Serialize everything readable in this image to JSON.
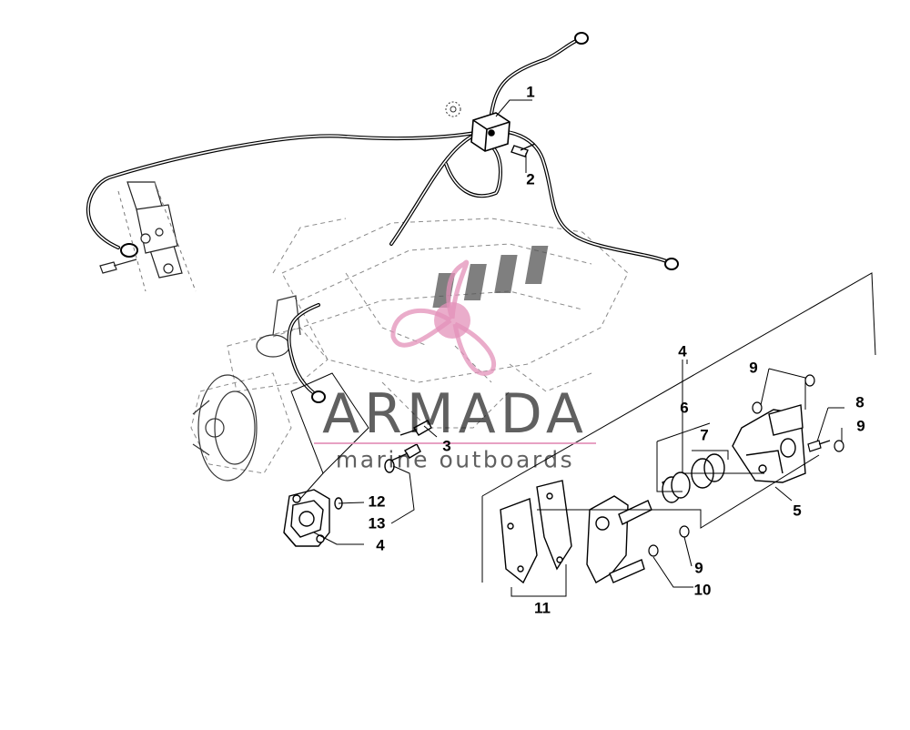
{
  "callouts": {
    "c1": "1",
    "c2": "2",
    "c3": "3",
    "c12": "12",
    "c13": "13",
    "c4_left": "4",
    "c4_top": "4",
    "c6": "6",
    "c7": "7",
    "c9_top": "9",
    "c8": "8",
    "c9_right": "9",
    "c5": "5",
    "c9_bottom": "9",
    "c10": "10",
    "c11": "11"
  },
  "watermark": {
    "title": "ARMADA",
    "subtitle": "marine outboards",
    "accent_color": "#e391b9"
  }
}
